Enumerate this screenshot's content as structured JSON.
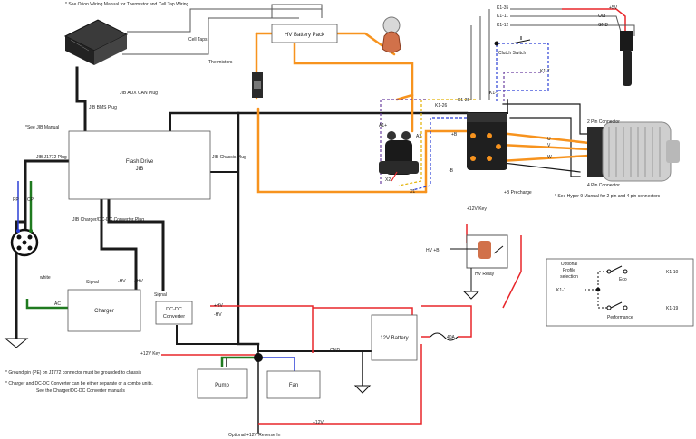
{
  "notes": {
    "orion": "* See Orion Wiring Manual for Thermistor and Cell Tap Wiring",
    "jib": "*See JIB Manual",
    "hyper9": "* See Hyper 9 Manual for 2 pin and 4 pin connectors",
    "ground_pin": "* Ground pin (PE) on J1772 connector must be grounded to chassis",
    "charger_line1": "* Charger and DC-DC Converter can be either separate or a combo units.",
    "charger_line2": "See the Charger/DC-DC Converter manuals"
  },
  "components": {
    "hv_battery_pack": "HV Battery Pack",
    "flash_drive_line1": "Flash Drive",
    "flash_drive_line2": "JIB",
    "charger": "Charger",
    "dcdc_line1": "DC-DC",
    "dcdc_line2": "Converter",
    "battery_12v": "12V Battery",
    "pump": "Pump",
    "fan": "Fan",
    "hv_relay": "HV Relay",
    "clutch_switch": "Clutch Switch",
    "profile_line1": "Optional",
    "profile_line2": "Profile",
    "profile_line3": "selection"
  },
  "labels": {
    "cell_taps": "Cell Taps",
    "thermistors": "Thermistors",
    "jib_bms_plug": "JIB BMS Plug",
    "jib_aux_can_plug": "JIB AUX CAN Plug",
    "jib_j1772_plug": "JIB J1772 Plug",
    "jib_chassis_plug": "JIB Chassis Plug",
    "jib_charger_plug": "JIB Charger/DC-DC Converter Plug",
    "pp": "PP",
    "cp": "CP",
    "white": "white",
    "ac": "AC",
    "signal_charger": "Signal",
    "signal_dcdc": "Signal",
    "minus_hv": "-HV",
    "plus_hv": "+HV",
    "plus_hv_dcdc": "+HV",
    "minus_hv_dcdc": "-HV",
    "plus_12v_key_left": "+12V Key",
    "gnd": "GND",
    "fuse_label": "40A",
    "plus_12v_bottom": "+12V",
    "optional_reverse": "Optional +12V Reverse In",
    "a1": "A1+",
    "a2": "A2",
    "x1": "X1",
    "x2": "X2",
    "plus_b": "+B",
    "minus_b": "-B",
    "two_pin": "2 Pin Connector",
    "four_pin": "4 Pin Connector",
    "u": "U",
    "v": "V",
    "w": "W",
    "k1_35": "K1-35",
    "k1_11": "K1-11",
    "k1_12": "K1-12",
    "plus_5v": "+5V",
    "out": "Out",
    "gnd_pedal": "GND",
    "k1_7": "K1-7",
    "k1_1_top": "K1-1",
    "k1_25": "K1-25",
    "k1_26": "K1-26",
    "plus_b_precharge": "+B Precharge",
    "plus_12v_key_relay": "+12V Key",
    "hv_plus_b": "HV +B",
    "eco": "Eco",
    "performance": "Performance",
    "k1_10": "K1-10",
    "k1_19": "K1-19",
    "k1_1_profile": "K1-1"
  },
  "colors": {
    "hv": "#f7931e",
    "twelve_v": "#e8262a",
    "ground": "#1a1a1a",
    "ac": "#1f7a1f",
    "signal_blue": "#2b3fd6",
    "signal_purple": "#6b3fa0",
    "signal_yellow": "#e2b100"
  }
}
